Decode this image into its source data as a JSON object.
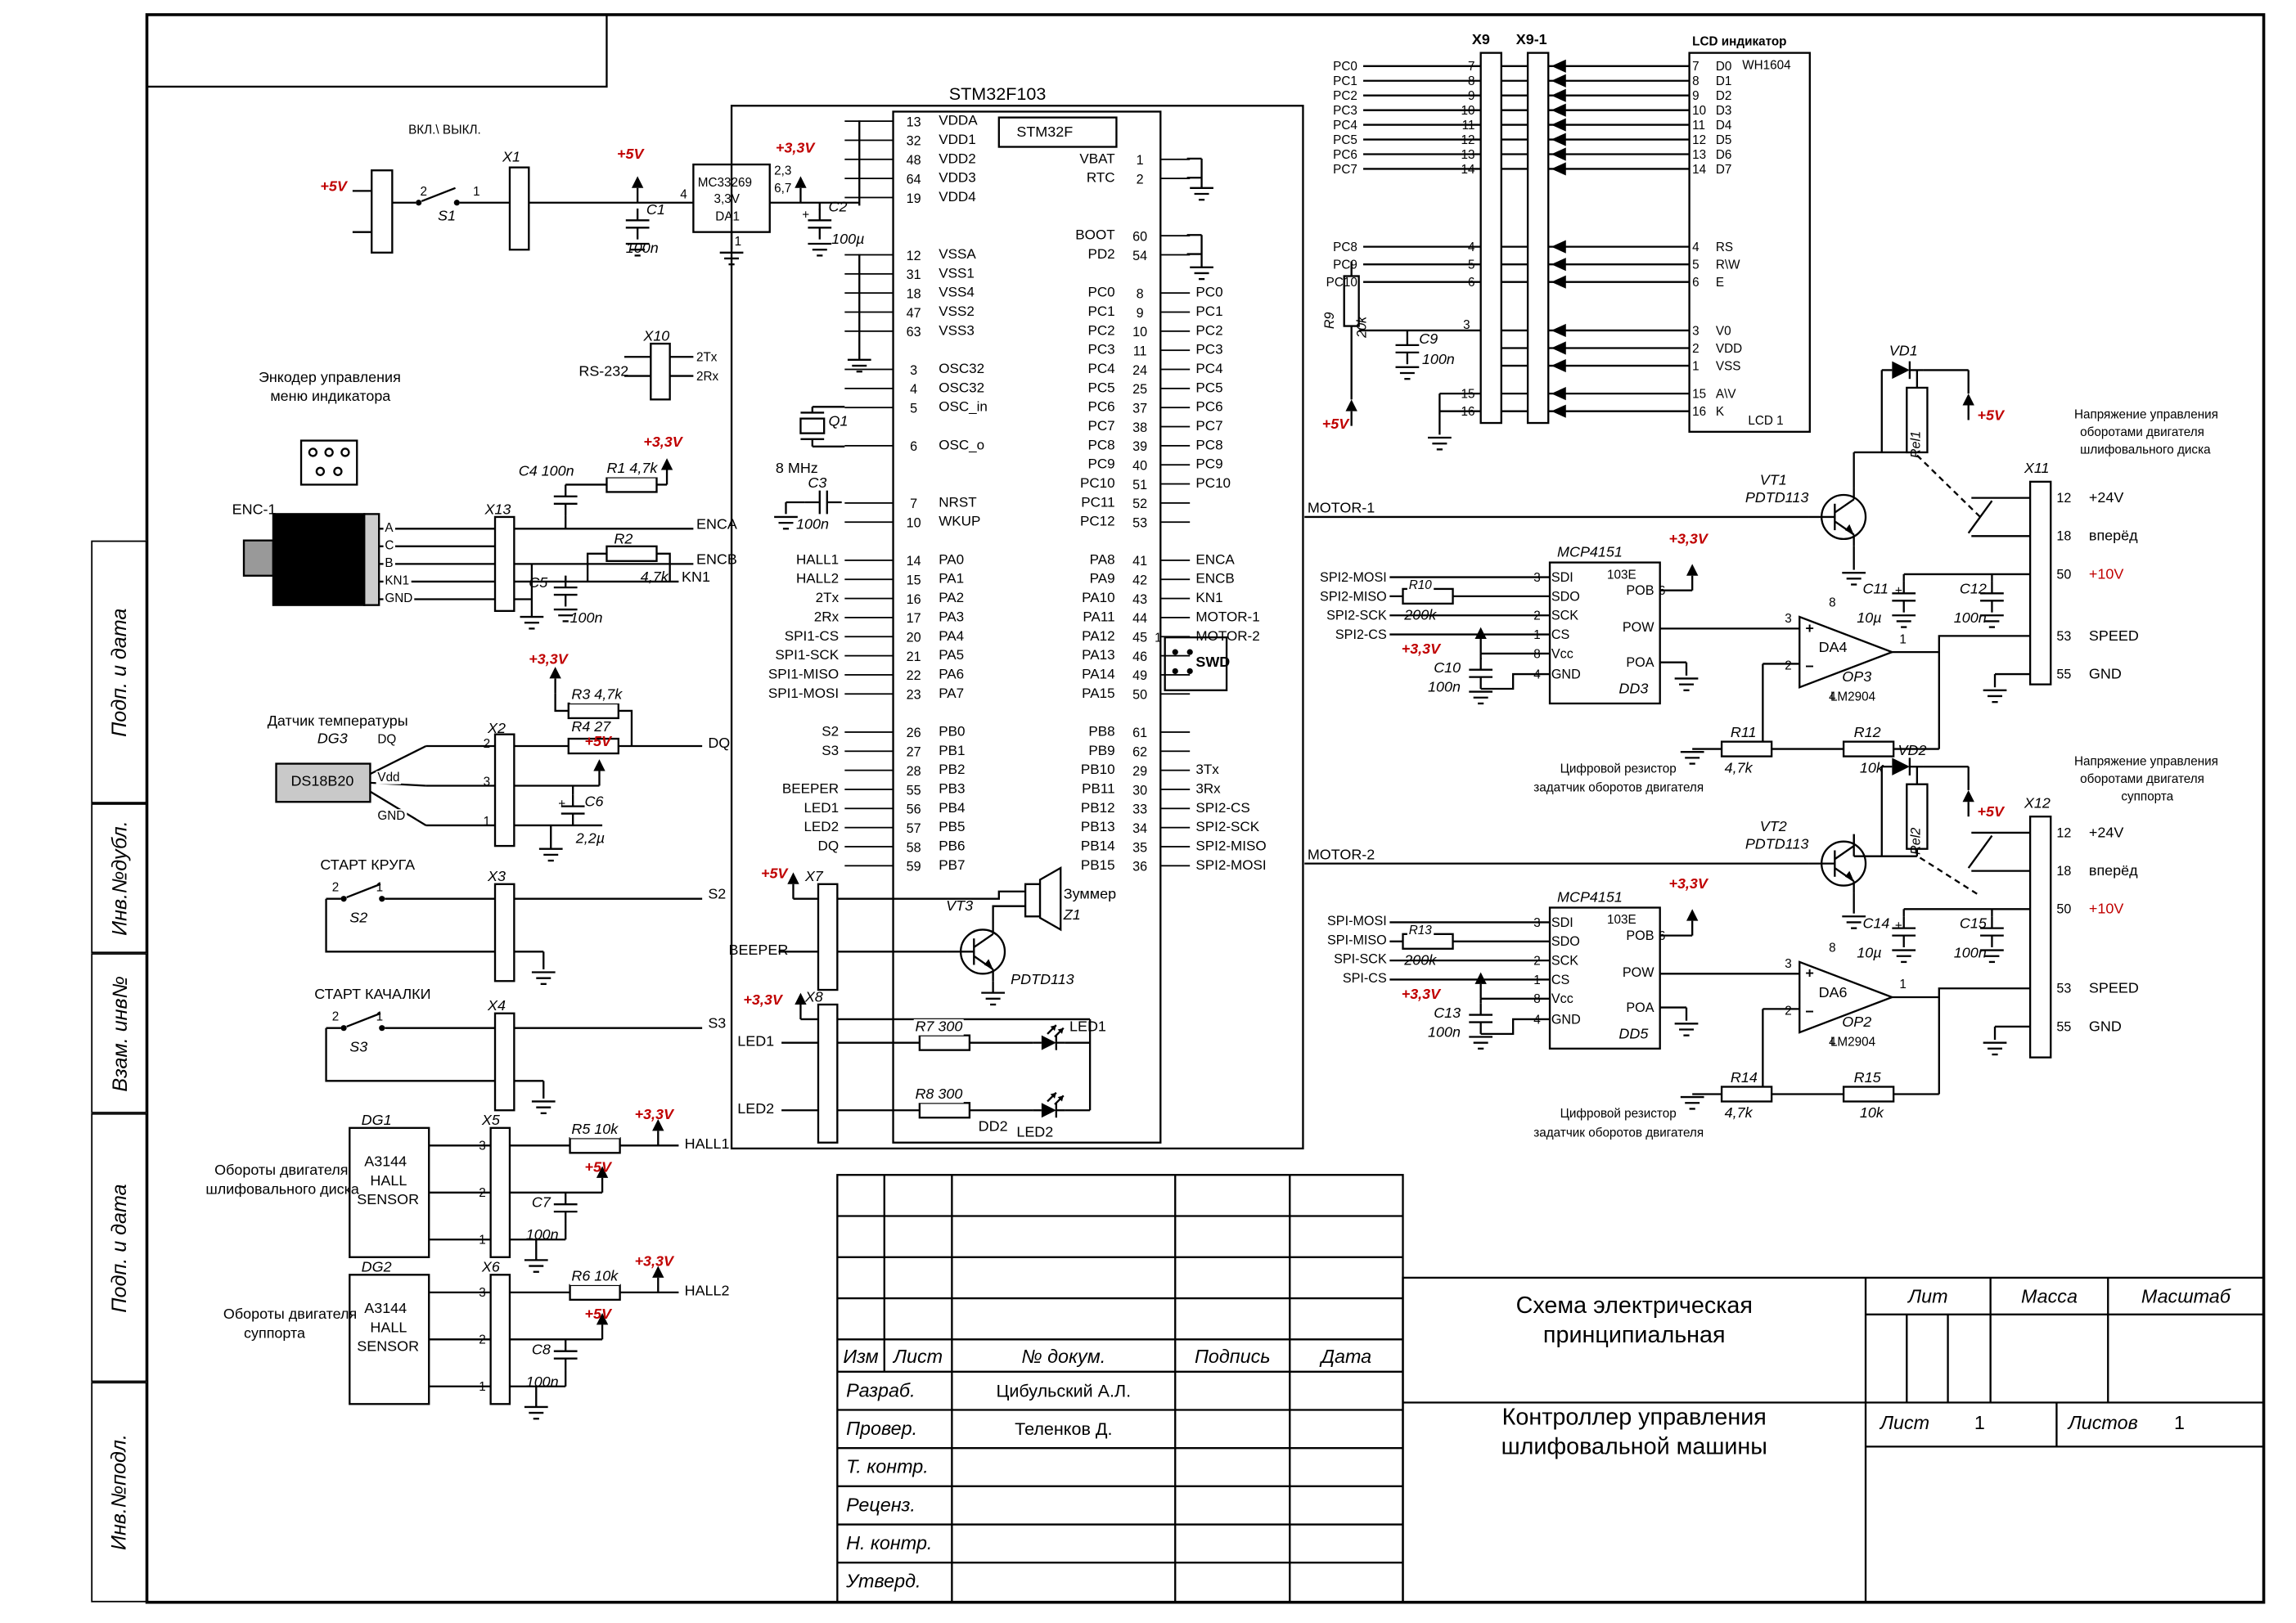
{
  "colors": {
    "red": "#c00000"
  },
  "sym": {
    "plus": "+",
    "minus": "−"
  },
  "nets": {
    "v5": "+5V",
    "v33": "+3,3V"
  },
  "frame": {
    "side_labels": [
      {
        "label": "Подп. и дата"
      },
      {
        "label": "Инв.№дубл."
      },
      {
        "label": "Взам. инв№"
      },
      {
        "label": "Подп. и дата"
      },
      {
        "label": "Инв.№подл."
      }
    ]
  },
  "title_block": {
    "col_izm": "Изм",
    "col_list": "Лист",
    "col_doc": "№ докум.",
    "col_sign": "Подпись",
    "col_date": "Дата",
    "rows": [
      {
        "label": "Разраб.",
        "name": "Цибульский А.Л."
      },
      {
        "label": "Провер.",
        "name": "Теленков Д."
      },
      {
        "label": "Т. контр.",
        "name": ""
      },
      {
        "label": "Реценз.",
        "name": ""
      },
      {
        "label": "Н. контр.",
        "name": ""
      },
      {
        "label": "Утверд.",
        "name": ""
      }
    ],
    "title1": "Схема электрическая",
    "title2": "принципиальная",
    "name1": "Контроллер управления",
    "name2": "шлифовальной машины",
    "lit": "Лит",
    "mass": "Масса",
    "scale": "Масштаб",
    "sheet": "Лист",
    "sheet_no": "1",
    "sheets": "Листов",
    "sheets_no": "1"
  },
  "power": {
    "onoff": "ВКЛ.\\ ВЫКЛ.",
    "s1": "S1",
    "p2": "2",
    "p1": "1",
    "x1": "X1",
    "c1": "C1",
    "c1v": "100n",
    "da1a": "MC33269",
    "da1b": "3,3V",
    "da1c": "DA1",
    "da1p4": "4",
    "da1p1": "1",
    "da1p23": "2,3",
    "da1p67": "6,7",
    "c2": "C2",
    "c2v": "100µ"
  },
  "mcu": {
    "title": "STM32F103",
    "core": "STM32F",
    "ref": "DD2",
    "left": [
      {
        "n": "13",
        "p": "VDDA"
      },
      {
        "n": "32",
        "p": "VDD1"
      },
      {
        "n": "48",
        "p": "VDD2"
      },
      {
        "n": "64",
        "p": "VDD3"
      },
      {
        "n": "19",
        "p": "VDD4"
      },
      {},
      {},
      {
        "n": "12",
        "p": "VSSA"
      },
      {
        "n": "31",
        "p": "VSS1"
      },
      {
        "n": "18",
        "p": "VSS4"
      },
      {
        "n": "47",
        "p": "VSS2"
      },
      {
        "n": "63",
        "p": "VSS3"
      },
      {},
      {
        "n": "3",
        "p": "OSC32"
      },
      {
        "n": "4",
        "p": "OSC32"
      },
      {
        "n": "5",
        "p": "OSC_in"
      },
      {},
      {
        "n": "6",
        "p": "OSC_o"
      },
      {},
      {},
      {
        "n": "7",
        "p": "NRST"
      },
      {
        "n": "10",
        "p": "WKUP"
      },
      {},
      {
        "s": "HALL1",
        "n": "14",
        "p": "PA0"
      },
      {
        "s": "HALL2",
        "n": "15",
        "p": "PA1"
      },
      {
        "s": "2Tx",
        "n": "16",
        "p": "PA2"
      },
      {
        "s": "2Rx",
        "n": "17",
        "p": "PA3"
      },
      {
        "s": "SPI1-CS",
        "n": "20",
        "p": "PA4"
      },
      {
        "s": "SPI1-SCK",
        "n": "21",
        "p": "PA5"
      },
      {
        "s": "SPI1-MISO",
        "n": "22",
        "p": "PA6"
      },
      {
        "s": "SPI1-MOSI",
        "n": "23",
        "p": "PA7"
      },
      {},
      {
        "s": "S2",
        "n": "26",
        "p": "PB0"
      },
      {
        "s": "S3",
        "n": "27",
        "p": "PB1"
      },
      {
        "n": "28",
        "p": "PB2"
      },
      {
        "s": "BEEPER",
        "n": "55",
        "p": "PB3"
      },
      {
        "s": "LED1",
        "n": "56",
        "p": "PB4"
      },
      {
        "s": "LED2",
        "n": "57",
        "p": "PB5"
      },
      {
        "s": "DQ",
        "n": "58",
        "p": "PB6"
      },
      {
        "n": "59",
        "p": "PB7"
      }
    ],
    "right": [
      {},
      {},
      {
        "n": "1",
        "p": "VBAT"
      },
      {
        "n": "2",
        "p": "RTC"
      },
      {},
      {},
      {
        "n": "60",
        "p": "BOOT"
      },
      {
        "n": "54",
        "p": "PD2"
      },
      {},
      {
        "n": "8",
        "p": "PC0",
        "s": "PC0"
      },
      {
        "n": "9",
        "p": "PC1",
        "s": "PC1"
      },
      {
        "n": "10",
        "p": "PC2",
        "s": "PC2"
      },
      {
        "n": "11",
        "p": "PC3",
        "s": "PC3"
      },
      {
        "n": "24",
        "p": "PC4",
        "s": "PC4"
      },
      {
        "n": "25",
        "p": "PC5",
        "s": "PC5"
      },
      {
        "n": "37",
        "p": "PC6",
        "s": "PC6"
      },
      {
        "n": "38",
        "p": "PC7",
        "s": "PC7"
      },
      {
        "n": "39",
        "p": "PC8",
        "s": "PC8"
      },
      {
        "n": "40",
        "p": "PC9",
        "s": "PC9"
      },
      {
        "n": "51",
        "p": "PC10",
        "s": "PC10"
      },
      {
        "n": "52",
        "p": "PC11"
      },
      {
        "n": "53",
        "p": "PC12"
      },
      {},
      {
        "n": "41",
        "p": "PA8",
        "s": "ENCA"
      },
      {
        "n": "42",
        "p": "PA9",
        "s": "ENCB"
      },
      {
        "n": "43",
        "p": "PA10",
        "s": "KN1"
      },
      {
        "n": "44",
        "p": "PA11",
        "s": "MOTOR-1"
      },
      {
        "n": "45",
        "p": "PA12",
        "s": "MOTOR-2"
      },
      {
        "n": "46",
        "p": "PA13"
      },
      {
        "n": "49",
        "p": "PA14"
      },
      {
        "n": "50",
        "p": "PA15"
      },
      {},
      {
        "n": "61",
        "p": "PB8"
      },
      {
        "n": "62",
        "p": "PB9"
      },
      {
        "n": "29",
        "p": "PB10",
        "s": "3Tx"
      },
      {
        "n": "30",
        "p": "PB11",
        "s": "3Rx"
      },
      {
        "n": "33",
        "p": "PB12",
        "s": "SPI2-CS"
      },
      {
        "n": "34",
        "p": "PB13",
        "s": "SPI2-SCK"
      },
      {
        "n": "35",
        "p": "PB14",
        "s": "SPI2-MISO"
      },
      {
        "n": "36",
        "p": "PB15",
        "s": "SPI2-MOSI"
      }
    ]
  },
  "x10": {
    "ref": "X10",
    "rs": "RS-232",
    "tx": "2Tx",
    "rx": "2Rx"
  },
  "q1": {
    "ref": "Q1",
    "freq": "8 MHz",
    "c3": "C3",
    "c3v": "100n"
  },
  "enc": {
    "cap1": "Энкодер управления",
    "cap2": "меню индикатора",
    "ref": "ENC-1",
    "pins": [
      "A",
      "C",
      "B",
      "KN1",
      "GND"
    ],
    "x13": "X13",
    "c4": "C4  100n",
    "r1": "R1  4,7k",
    "r2": "R2",
    "c5": "C5",
    "c5v": "100n",
    "r2v": "4,7k",
    "kn1": "KN1",
    "enca": "ENCA",
    "encb": "ENCB"
  },
  "temp": {
    "cap": "Датчик температуры",
    "ref": "DG3",
    "chip": "DS18B20",
    "dq": "DQ",
    "vdd": "Vdd",
    "gnd": "GND",
    "x2": "X2",
    "p2": "2",
    "p3": "3",
    "p1": "1",
    "r3": "R3  4,7k",
    "r4": "R4  27",
    "c6": "C6",
    "c6v": "2,2µ",
    "dqnet": "DQ"
  },
  "st1": {
    "cap": "СТАРТ КРУГА",
    "sw": "S2",
    "x": "X3",
    "p2": "2",
    "p1": "1",
    "net": "S2"
  },
  "st2": {
    "cap": "СТАРТ КАЧАЛКИ",
    "sw": "S3",
    "x": "X4",
    "p2": "2",
    "p1": "1",
    "net": "S3"
  },
  "dg1": {
    "cap1": "Обороты двигателя",
    "cap2": "шлифовального диска",
    "ref": "DG1",
    "c1": "A3144",
    "c2": "HALL",
    "c3": "SENSOR",
    "x": "X5",
    "p3": "3",
    "p2": "2",
    "p1": "1",
    "r": "R5  10k",
    "c": "C7",
    "cv": "100n",
    "net": "HALL1"
  },
  "dg2": {
    "cap1": "Обороты двигателя",
    "cap2": "суппорта",
    "ref": "DG2",
    "c1": "A3144",
    "c2": "HALL",
    "c3": "SENSOR",
    "x": "X6",
    "p3": "3",
    "p2": "2",
    "p1": "1",
    "r": "R6  10k",
    "c": "C8",
    "cv": "100n",
    "net": "HALL2"
  },
  "buz": {
    "x": "X7",
    "net": "BEEPER",
    "vt": "VT3",
    "vtt": "PDTD113",
    "cap": "Зуммер",
    "ref": "Z1"
  },
  "led": {
    "x": "X8",
    "n1": "LED1",
    "n2": "LED2",
    "r7": "R7  300",
    "r8": "R8  300",
    "d1": "LED1",
    "d2": "LED2"
  },
  "swd": {
    "label": "SWD",
    "p1": "1"
  },
  "lcd": {
    "cap": "LCD индикатор",
    "model": "WH1604",
    "ref": "LCD 1",
    "x9": "X9",
    "x91": "X9-1",
    "pc_top": [
      "PC0",
      "PC1",
      "PC2",
      "PC3",
      "PC4",
      "PC5",
      "PC6",
      "PC7"
    ],
    "pc_mid": [
      "PC8",
      "PC9",
      "PC10"
    ],
    "n_top": [
      "7",
      "8",
      "9",
      "10",
      "11",
      "12",
      "13",
      "14"
    ],
    "n_mid": [
      "4",
      "5",
      "6"
    ],
    "n_v0": "3",
    "n_bot": [
      "15",
      "16"
    ],
    "rows_top": [
      {
        "n": "7",
        "p": "D0"
      },
      {
        "n": "8",
        "p": "D1"
      },
      {
        "n": "9",
        "p": "D2"
      },
      {
        "n": "10",
        "p": "D3"
      },
      {
        "n": "11",
        "p": "D4"
      },
      {
        "n": "12",
        "p": "D5"
      },
      {
        "n": "13",
        "p": "D6"
      },
      {
        "n": "14",
        "p": "D7"
      }
    ],
    "rows_mid": [
      {
        "n": "4",
        "p": "RS"
      },
      {
        "n": "5",
        "p": "R\\W"
      },
      {
        "n": "6",
        "p": "E"
      }
    ],
    "rows_pwr": [
      {
        "n": "3",
        "p": "V0"
      },
      {
        "n": "2",
        "p": "VDD"
      },
      {
        "n": "1",
        "p": "VSS"
      }
    ],
    "rows_bot": [
      {
        "n": "15",
        "p": "A\\V"
      },
      {
        "n": "16",
        "p": "K"
      }
    ],
    "r9": "R9",
    "r9v": "20k",
    "c9": "C9",
    "c9v": "100n"
  },
  "m1": {
    "net": "MOTOR-1",
    "vt": "VT1",
    "vtt": "PDTD113",
    "vd": "VD1",
    "rel": "Rel1",
    "x": "X11",
    "rows": [
      {
        "n": "12",
        "l": "+24V"
      },
      {
        "n": "18",
        "l": "вперёд"
      },
      {
        "n": "50",
        "l": "+10V",
        "red": true
      },
      {
        "n": "53",
        "l": "SPEED"
      },
      {
        "n": "55",
        "l": "GND"
      }
    ],
    "note1": "Напряжение управления",
    "note2": "оборотами двигателя",
    "note3": "шлифовального диска",
    "pot": "MCP4151",
    "pott": "103E",
    "potr": "DD3",
    "potl": [
      {
        "n": "3",
        "p": "SDI"
      },
      {
        "p": "SDO"
      },
      {
        "n": "2",
        "p": "SCK"
      },
      {
        "n": "1",
        "p": "CS"
      },
      {
        "n": "8",
        "p": "Vcc"
      },
      {
        "n": "4",
        "p": "GND"
      }
    ],
    "potp": [
      {
        "p": "POB",
        "n": "6"
      },
      {
        "p": "POW"
      },
      {
        "p": "POA"
      }
    ],
    "spi": [
      "SPI2-MOSI",
      "SPI2-MISO",
      "SPI2-SCK",
      "SPI2-CS"
    ],
    "r10": "R10",
    "r10v": "200k",
    "c10": "C10",
    "c10v": "100n",
    "oa": "DA4",
    "oan": "OP3",
    "oat": "LM2904",
    "o3": "3",
    "o2": "2",
    "o1": "1",
    "o8": "8",
    "o4": "4",
    "c11": "C11",
    "c11v": "10µ",
    "c12": "C12",
    "c12v": "100n",
    "r11": "R11",
    "r11v": "4,7k",
    "r12": "R12",
    "r12v": "10k",
    "pn1": "Цифровой резистор",
    "pn2": "задатчик оборотов двигателя"
  },
  "m2": {
    "net": "MOTOR-2",
    "vt": "VT2",
    "vtt": "PDTD113",
    "vd": "VD2",
    "rel": "Rel2",
    "x": "X12",
    "rows": [
      {
        "n": "12",
        "l": "+24V"
      },
      {
        "n": "18",
        "l": "вперёд"
      },
      {
        "n": "50",
        "l": "+10V",
        "red": true
      },
      {
        "n": "53",
        "l": "SPEED"
      },
      {
        "n": "55",
        "l": "GND"
      }
    ],
    "note1": "Напряжение управления",
    "note2": "оборотами двигателя",
    "note3": "суппорта",
    "pot": "MCP4151",
    "pott": "103E",
    "potr": "DD5",
    "potl": [
      {
        "n": "3",
        "p": "SDI"
      },
      {
        "p": "SDO"
      },
      {
        "n": "2",
        "p": "SCK"
      },
      {
        "n": "1",
        "p": "CS"
      },
      {
        "n": "8",
        "p": "Vcc"
      },
      {
        "n": "4",
        "p": "GND"
      }
    ],
    "potp": [
      {
        "p": "POB",
        "n": "6"
      },
      {
        "p": "POW"
      },
      {
        "p": "POA"
      }
    ],
    "spi": [
      "SPI-MOSI",
      "SPI-MISO",
      "SPI-SCK",
      "SPI-CS"
    ],
    "r13": "R13",
    "r13v": "200k",
    "c13": "C13",
    "c13v": "100n",
    "oa": "DA6",
    "oan": "OP2",
    "oat": "LM2904",
    "o3": "3",
    "o2": "2",
    "o1": "1",
    "o8": "8",
    "o4": "4",
    "c14": "C14",
    "c14v": "10µ",
    "c15": "C15",
    "c15v": "100n",
    "r14": "R14",
    "r14v": "4,7k",
    "r15": "R15",
    "r15v": "10k",
    "pn1": "Цифровой резистор",
    "pn2": "задатчик оборотов двигателя"
  }
}
